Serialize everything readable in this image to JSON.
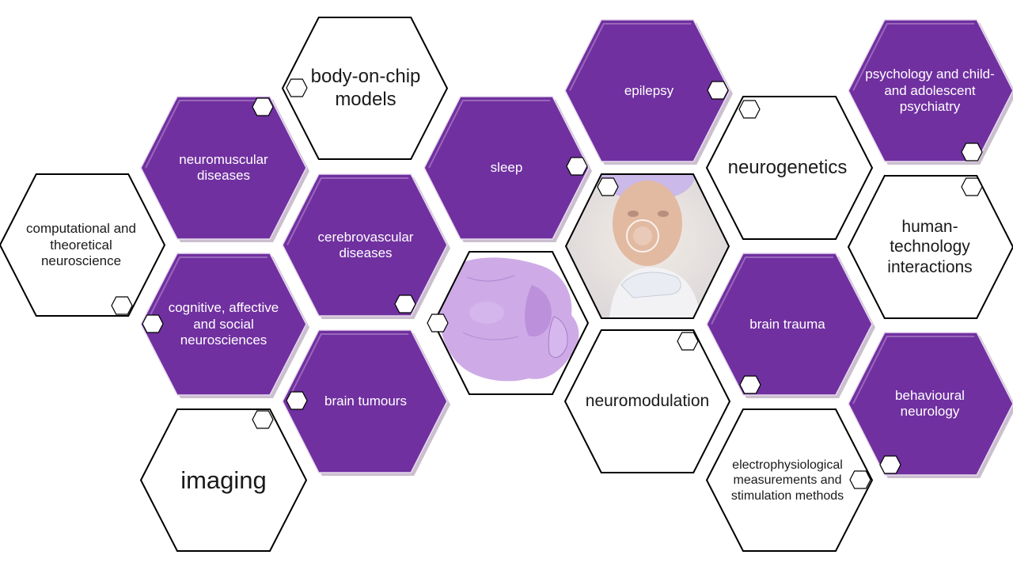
{
  "colors": {
    "purple": "#7030a0",
    "outline": "#000000",
    "white": "#ffffff",
    "tissue_stain": "#c89be0",
    "glove": "#eef0f5",
    "cap": "#c9b8e8"
  },
  "topics": [
    {
      "id": "computational",
      "label": "computational and theoretical neuroscience",
      "style": "white"
    },
    {
      "id": "neuromuscular",
      "label": "neuromuscular diseases",
      "style": "purple"
    },
    {
      "id": "cognitive",
      "label": "cognitive, affective and social neurosciences",
      "style": "purple"
    },
    {
      "id": "imaging",
      "label": "imaging",
      "style": "white"
    },
    {
      "id": "body-on-chip",
      "label": "body-on-chip models",
      "style": "white"
    },
    {
      "id": "cerebrovascular",
      "label": "cerebrovascular diseases",
      "style": "purple"
    },
    {
      "id": "brain-tumours",
      "label": "brain tumours",
      "style": "purple"
    },
    {
      "id": "sleep",
      "label": "sleep",
      "style": "purple"
    },
    {
      "id": "epilepsy",
      "label": "epilepsy",
      "style": "purple"
    },
    {
      "id": "neuromodulation",
      "label": "neuromodulation",
      "style": "white"
    },
    {
      "id": "neurogenetics",
      "label": "neurogenetics",
      "style": "white"
    },
    {
      "id": "brain-trauma",
      "label": "brain trauma",
      "style": "purple"
    },
    {
      "id": "electrophysiological",
      "label": "electrophysiological measurements and stimulation methods",
      "style": "white"
    },
    {
      "id": "psychology",
      "label": "psychology and child- and adolescent psychiatry",
      "style": "purple"
    },
    {
      "id": "human-technology",
      "label": "human-technology interactions",
      "style": "white"
    },
    {
      "id": "behavioural",
      "label": "behavioural neurology",
      "style": "purple"
    }
  ],
  "images": [
    {
      "id": "brain-slice",
      "icon": "brain-tissue-section-image"
    },
    {
      "id": "researcher",
      "icon": "researcher-with-gloved-hand-image"
    }
  ]
}
